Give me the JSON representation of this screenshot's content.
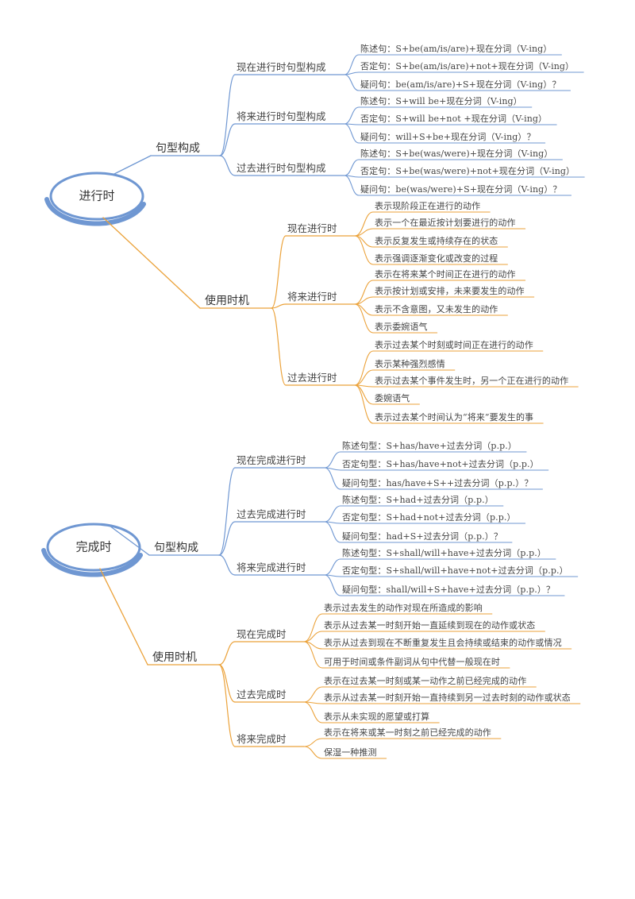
{
  "colors": {
    "blue": "#6f97d2",
    "orange": "#eba23a",
    "text": "#333333"
  },
  "maps": [
    {
      "root": "进行时",
      "branches": [
        {
          "label": "句型构成",
          "color": "blue",
          "groups": [
            {
              "label": "现在进行时句型构成",
              "items": [
                "陈述句：S+be(am/is/are)+现在分词（V-ing）",
                "否定句：S+be(am/is/are)+not+现在分词（V-ing）",
                "疑问句：be(am/is/are)+S+现在分词（V-ing）？"
              ]
            },
            {
              "label": "将来进行时句型构成",
              "items": [
                "陈述句：S+will be+现在分词（V-ing）",
                "否定句：S+will be+not +现在分词（V-ing）",
                "疑问句：will+S+be+现在分词（V-ing）？"
              ]
            },
            {
              "label": "过去进行时句型构成",
              "items": [
                "陈述句：S+be(was/were)+现在分词（V-ing）",
                "否定句：S+be(was/were)+not+现在分词（V-ing）",
                "疑问句：be(was/were)+S+现在分词（V-ing）？"
              ]
            }
          ]
        },
        {
          "label": "使用时机",
          "color": "orange",
          "groups": [
            {
              "label": "现在进行时",
              "items": [
                "表示现阶段正在进行的动作",
                "表示一个在最近按计划要进行的动作",
                "表示反复发生或持续存在的状态",
                "表示强调逐渐变化或改变的过程"
              ]
            },
            {
              "label": "将来进行时",
              "items": [
                "表示在将来某个时间正在进行的动作",
                "表示按计划或安排，未来要发生的动作",
                "表示不含意图，又未发生的动作",
                "表示委婉语气"
              ]
            },
            {
              "label": "过去进行时",
              "items": [
                "表示过去某个时刻或时间正在进行的动作",
                "表示某种强烈感情",
                "表示过去某个事件发生时，另一个正在进行的动作",
                "委婉语气",
                "表示过去某个时间认为“将来”要发生的事"
              ]
            }
          ]
        }
      ]
    },
    {
      "root": "完成时",
      "branches": [
        {
          "label": "句型构成",
          "color": "blue",
          "groups": [
            {
              "label": "现在完成进行时",
              "items": [
                "陈述句型：S+has/have+过去分词（p.p.）",
                "否定句型：S+has/have+not+过去分词（p.p.）",
                "疑问句型：has/have+S++过去分词（p.p.）？"
              ]
            },
            {
              "label": "过去完成进行时",
              "items": [
                "陈述句型：S+had+过去分词（p.p.）",
                "否定句型：S+had+not+过去分词（p.p.）",
                "疑问句型：had+S+过去分词（p.p.）？"
              ]
            },
            {
              "label": "将来完成进行时",
              "items": [
                "陈述句型：S+shall/will+have+过去分词（p.p.）",
                "否定句型：S+shall/will+have+not+过去分词（p.p.）",
                "疑问句型：shall/will+S+have+过去分词（p.p.）？"
              ]
            }
          ]
        },
        {
          "label": "使用时机",
          "color": "orange",
          "groups": [
            {
              "label": "现在完成时",
              "items": [
                "表示过去发生的动作对现在所造成的影响",
                "表示从过去某一时刻开始一直延续到现在的动作或状态",
                "表示从过去到现在不断重复发生且会持续或结束的动作或情况",
                "可用于时间或条件副词从句中代替一般现在时"
              ]
            },
            {
              "label": "过去完成时",
              "items": [
                "表示在过去某一时刻或某一动作之前已经完成的动作",
                "表示从过去某一时刻开始一直持续到另一过去时刻的动作或状态",
                "表示从未实现的愿望或打算"
              ]
            },
            {
              "label": "将来完成时",
              "items": [
                "表示在将来或某一时刻之前已经完成的动作",
                "保湿一种推测"
              ]
            }
          ]
        }
      ]
    }
  ]
}
